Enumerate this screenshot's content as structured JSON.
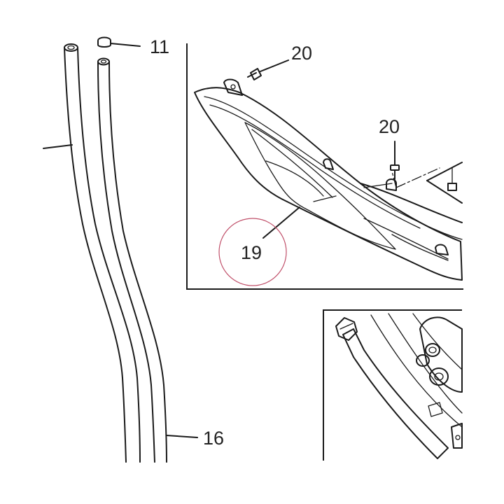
{
  "callouts": {
    "part_11": "11",
    "part_20_top": "20",
    "part_20_mid": "20",
    "part_19": "19",
    "part_16": "16"
  },
  "colors": {
    "line": "#1a1a1a",
    "highlight_circle": "#c0506a",
    "fill": "#ffffff",
    "shade": "#e6e6e6"
  }
}
